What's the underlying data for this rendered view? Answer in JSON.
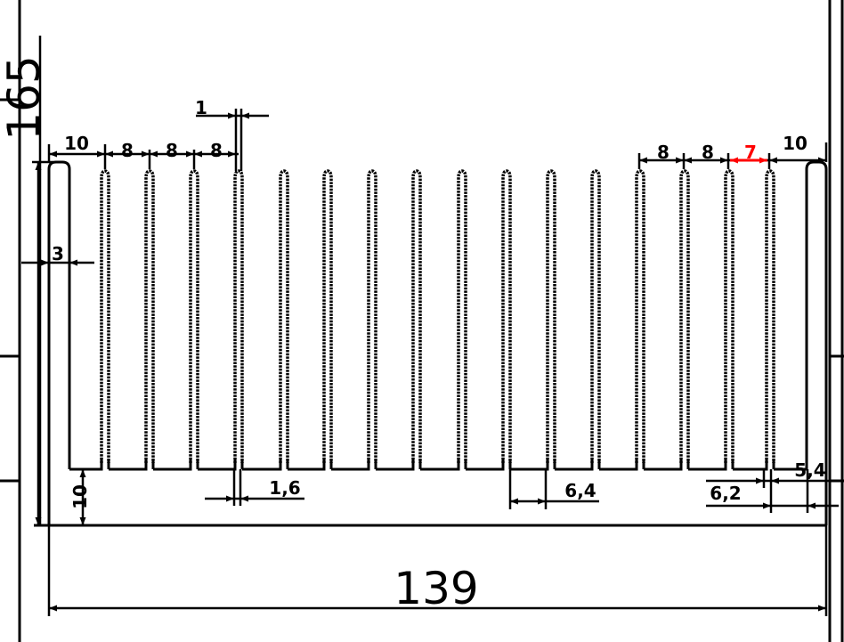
{
  "drawing": {
    "title": "Heatsink profile drawing",
    "overall_width": "139",
    "overall_height": "165",
    "fin_count": 16,
    "dimensions": {
      "left_wall_gap": "10",
      "pitch_1": "8",
      "pitch_2": "8",
      "pitch_3": "8",
      "fin_tip": "1",
      "wall_thickness": "3",
      "base_thickness": "10",
      "fin_root": "1,6",
      "slot_width": "6,4",
      "right_pitch_1": "8",
      "right_pitch_2": "8",
      "right_pitch_highlight": "7",
      "right_wall_gap": "10",
      "right_slot_1": "5,4",
      "right_slot_2": "6,2"
    },
    "highlight_color": "#ff0000"
  }
}
